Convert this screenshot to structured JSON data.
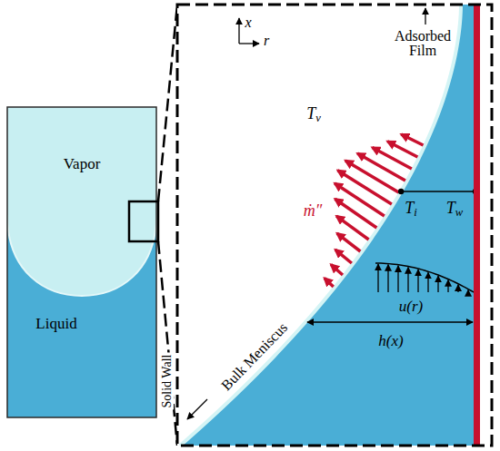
{
  "diagram": {
    "labels": [
      "Vapor",
      "Liquid",
      "Solid Wall",
      "x",
      "r",
      "Adsorbed Film",
      "Tv",
      "ṁ″",
      "Ti",
      "Tw",
      "u(r)",
      "h(x)",
      "Bulk Meniscus"
    ]
  }
}
